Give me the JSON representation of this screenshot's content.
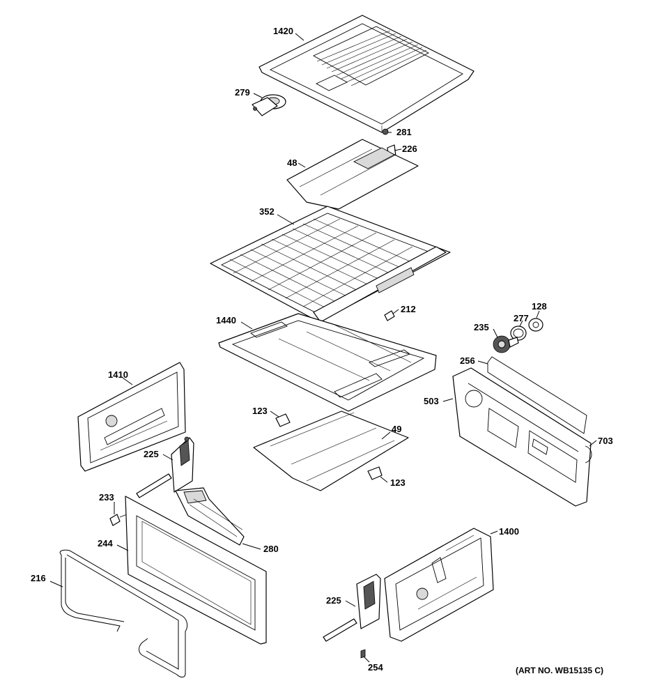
{
  "labels": {
    "p1420": "1420",
    "p279": "279",
    "p281": "281",
    "p226": "226",
    "p48": "48",
    "p352": "352",
    "p212": "212",
    "p1440": "1440",
    "p128": "128",
    "p277": "277",
    "p235": "235",
    "p256": "256",
    "p503": "503",
    "p703": "703",
    "p1410": "1410",
    "p123a": "123",
    "p49": "49",
    "p123b": "123",
    "p225a": "225",
    "p233": "233",
    "p244": "244",
    "p280": "280",
    "p216": "216",
    "p1400": "1400",
    "p225b": "225",
    "p254": "254"
  },
  "art_number": "(ART NO. WB15135 C)"
}
